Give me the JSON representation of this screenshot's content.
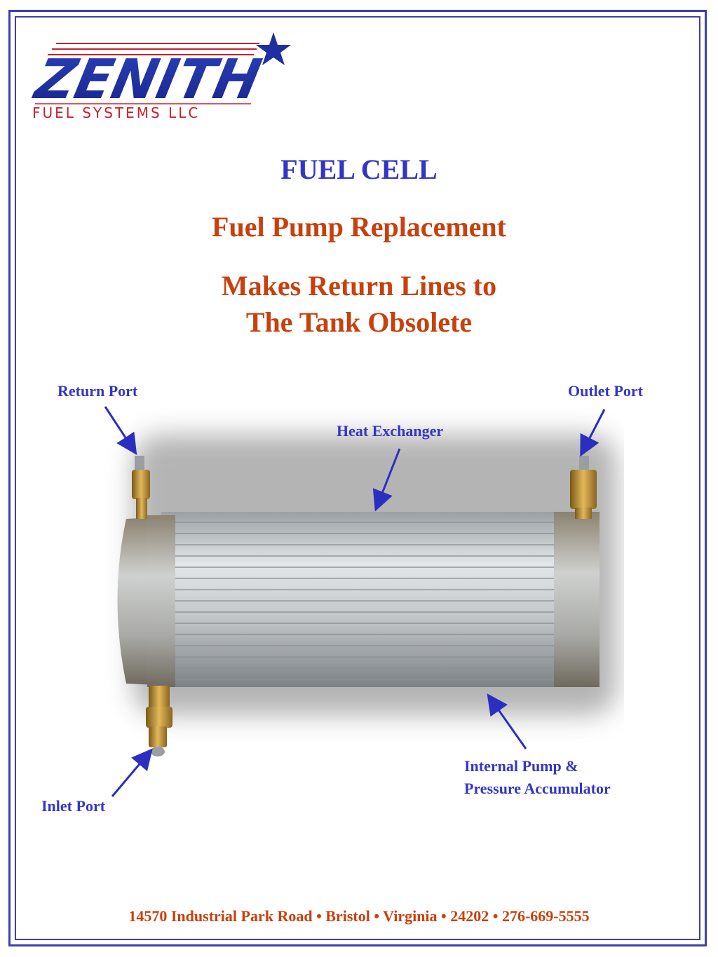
{
  "logo": {
    "brand": "ZENITH",
    "subtitle": "FUEL  SYSTEMS  LLC",
    "brand_color": "#1f2fa0",
    "accent_color": "#c8202a"
  },
  "header": {
    "title": "FUEL CELL",
    "subtitle": "Fuel Pump Replacement",
    "tagline_line1": "Makes Return Lines to",
    "tagline_line2": "The Tank Obsolete"
  },
  "callouts": {
    "return_port": "Return Port",
    "outlet_port": "Outlet Port",
    "heat_exchanger": "Heat Exchanger",
    "internal_pump_line1": "Internal Pump &",
    "internal_pump_line2": "Pressure Accumulator",
    "inlet_port": "Inlet Port"
  },
  "footer": {
    "address": "14570 Industrial Park Road • Bristol • Virginia • 24202 •  276-669-5555"
  },
  "colors": {
    "blue": "#3336c4",
    "orange": "#c8400d",
    "border": "#3d3fb0"
  }
}
